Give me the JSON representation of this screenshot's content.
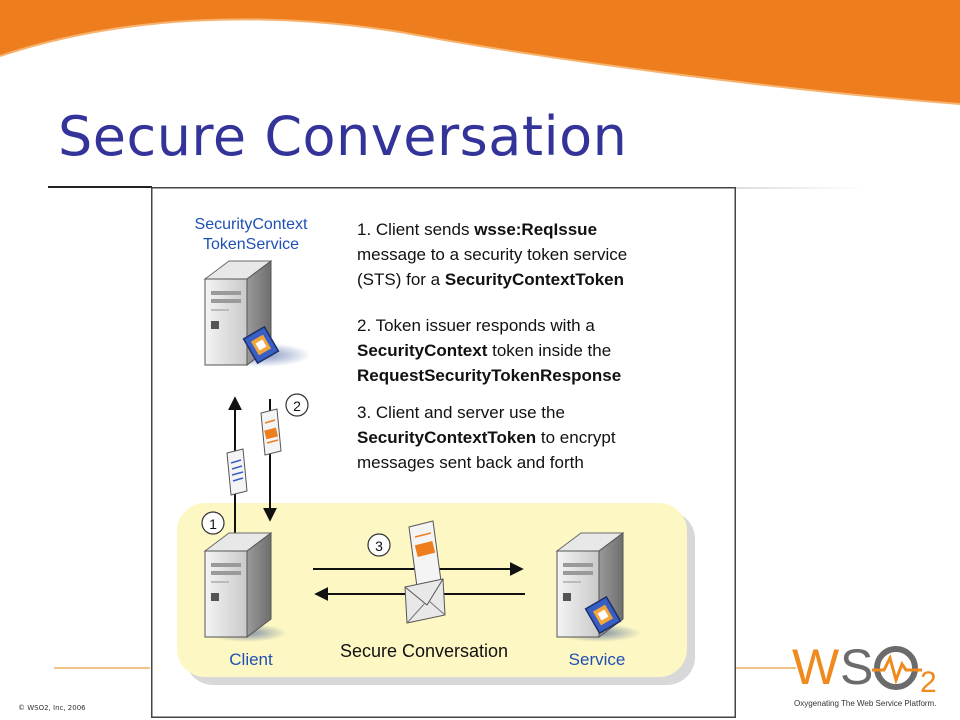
{
  "slide": {
    "title": "Secure Conversation",
    "copyright": "© WSO2, Inc, 2006"
  },
  "diagram": {
    "sts_label_line1": "SecurityContext",
    "sts_label_line2": "TokenService",
    "steps": [
      {
        "prefix": "1. Client sends ",
        "bold1": "wsse:ReqIssue",
        "line2": "message to a security token service",
        "line3_plain": "(STS) for a ",
        "line3_bold": "SecurityContextToken"
      },
      {
        "line1": "2. Token issuer responds with a",
        "line2_bold": "SecurityContext",
        "line2_plain": " token inside the",
        "line3_bold": "RequestSecurityTokenResponse"
      },
      {
        "line1": "3. Client and server use the",
        "line2_bold": "SecurityContextToken",
        "line2_plain": " to encrypt",
        "line3": "messages sent back and forth"
      }
    ],
    "badges": [
      "1",
      "2",
      "3"
    ],
    "client_label": "Client",
    "service_label": "Service",
    "conversation_label": "Secure Conversation"
  },
  "logo": {
    "wordmark_w": "W",
    "wordmark_s": "S",
    "wordmark_2": "2",
    "tagline": "Oxygenating The Web Service Platform."
  },
  "colors": {
    "title": "#333399",
    "banner_orange": "#ee7d1d",
    "panel_yellow": "#fdf7c3",
    "label_blue": "#1e50b4",
    "logo_orange": "#f08a1c",
    "logo_gray": "#6b6b6b"
  }
}
